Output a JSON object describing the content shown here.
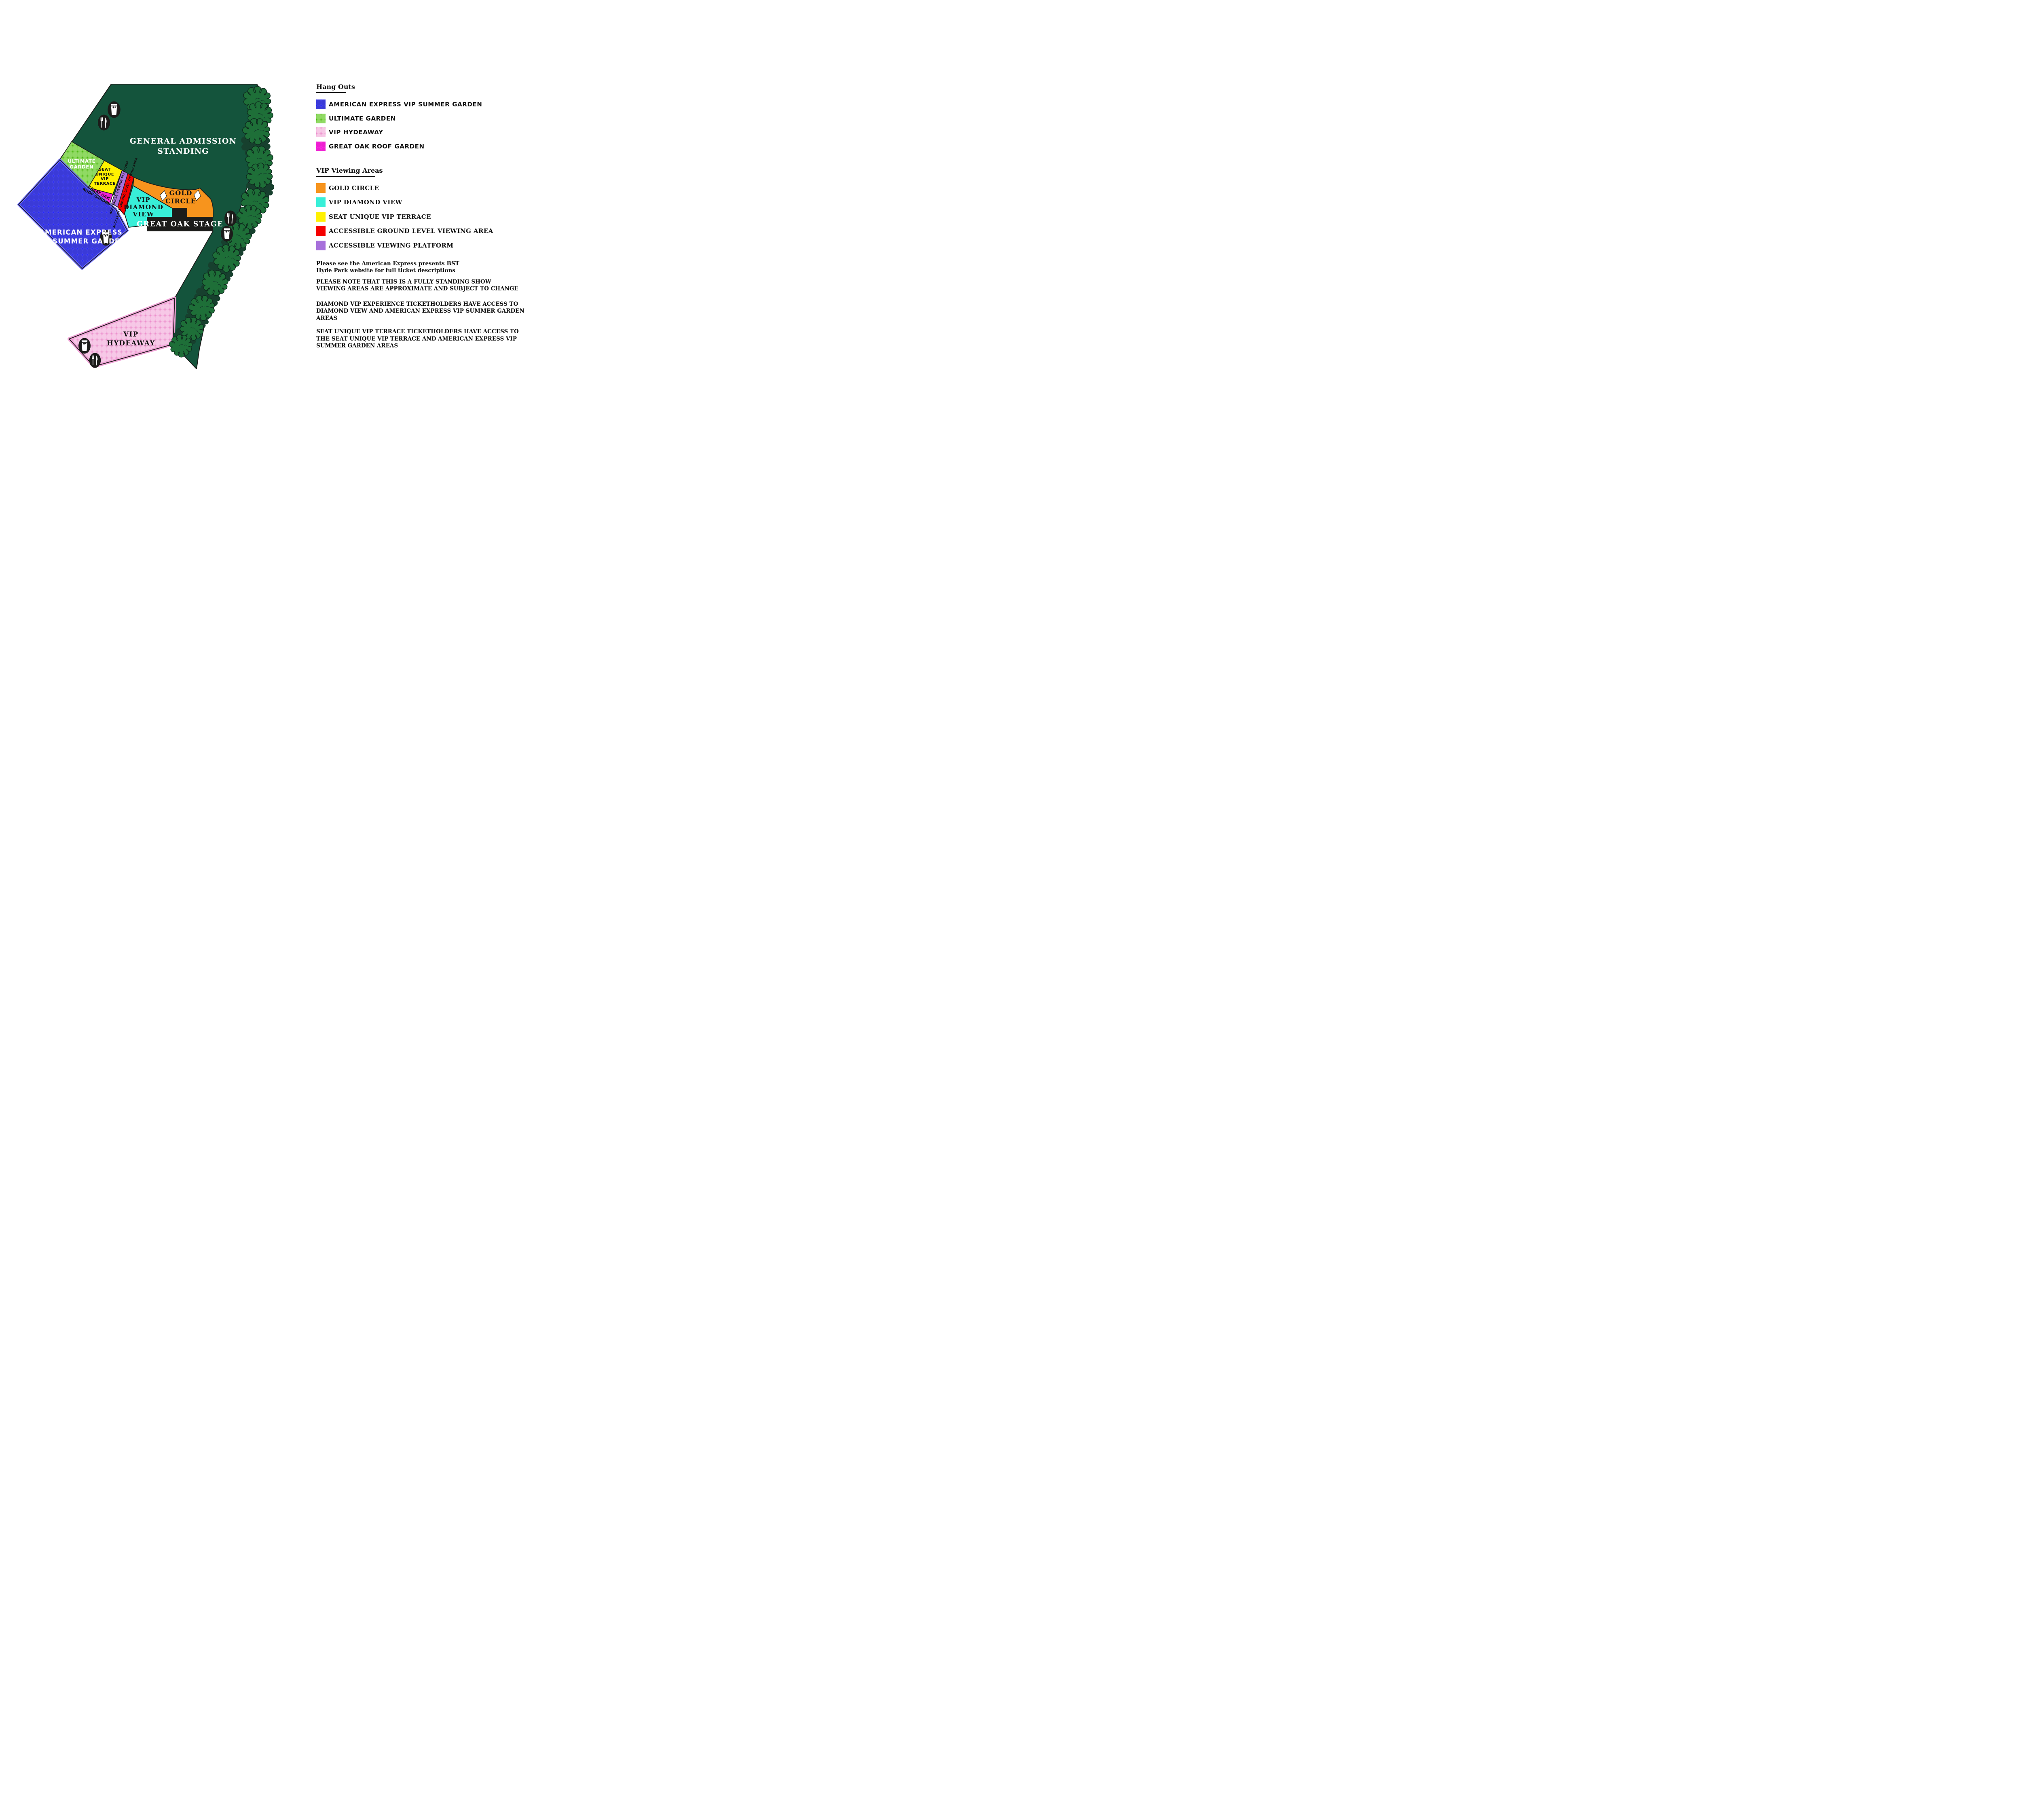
{
  "map": {
    "areas": {
      "general_admission": {
        "label": "GENERAL ADMISSION\nSTANDING",
        "color": "#14543C"
      },
      "ultimate_garden": {
        "label": "ULTIMATE\nGARDEN",
        "color": "#8FD75F"
      },
      "seat_unique_vip_terrace": {
        "label": "SEAT\nUNIQUE\nVIP\nTERRACE",
        "color": "#FFF100"
      },
      "great_oak_roof_garden": {
        "label": "GREAT OAK\nROOF GARDEN",
        "color": "#F233DB"
      },
      "accessible_viewing_platform": {
        "label": "ACCESSIBLE VIEWING PLATFORM",
        "color": "#A770DB"
      },
      "accessible_ground_level_viewing_area": {
        "label": "ACCESSIBLE GROUND LEVEL VIEWING AREA",
        "color": "#F50000"
      },
      "amex_vip_summer_garden": {
        "label": "AMERICAN EXPRESS\nVIP SUMMER GARDEN",
        "color": "#4444E2"
      },
      "vip_diamond_view": {
        "label": "VIP\nDIAMOND\nVIEW",
        "color": "#38EFD8"
      },
      "gold_circle": {
        "label": "GOLD\nCIRCLE",
        "color": "#F7941D"
      },
      "vip_hydeaway": {
        "label": "VIP\nHYDEAWAY",
        "color": "#F2B3DB"
      }
    },
    "stage": {
      "label": "GREAT OAK STAGE",
      "color": "#1C1C1A"
    },
    "icons": {
      "drink": "pint-glass",
      "food": "fork-and-knife"
    },
    "tree_colors": {
      "light": "#1E6F38",
      "dark": "#17402E"
    }
  },
  "legend": {
    "hang_outs": {
      "title": "Hang Outs",
      "items": [
        {
          "label": "AMERICAN EXPRESS VIP SUMMER GARDEN",
          "color": "#4444E2",
          "patterned": true
        },
        {
          "label": "ULTIMATE GARDEN",
          "color": "#8FD75F",
          "patterned": true
        },
        {
          "label": "VIP HYDEAWAY",
          "color": "#F2B3DB",
          "patterned": true
        },
        {
          "label": "GREAT OAK ROOF GARDEN",
          "color": "#F233DB",
          "patterned": true
        }
      ]
    },
    "vip_viewing_areas": {
      "title": "VIP Viewing Areas",
      "items": [
        {
          "label": "GOLD CIRCLE",
          "color": "#F7941D"
        },
        {
          "label": "VIP DIAMOND VIEW",
          "color": "#38EFD8"
        },
        {
          "label": "SEAT UNIQUE VIP TERRACE",
          "color": "#FFF100"
        },
        {
          "label": "ACCESSIBLE GROUND LEVEL VIEWING AREA",
          "color": "#F50000"
        },
        {
          "label": "ACCESSIBLE VIEWING PLATFORM",
          "color": "#A770DB"
        }
      ]
    }
  },
  "notes": {
    "p1": "Please see the American Express presents BST\nHyde Park website for full ticket descriptions",
    "p2": "PLEASE NOTE THAT THIS IS A FULLY STANDING SHOW\nVIEWING AREAS ARE APPROXIMATE AND SUBJECT TO CHANGE",
    "p3": "DIAMOND VIP EXPERIENCE TICKETHOLDERS HAVE ACCESS TO\nDIAMOND VIEW AND AMERICAN EXPRESS VIP SUMMER GARDEN\nAREAS",
    "p4": "SEAT UNIQUE VIP TERRACE TICKETHOLDERS HAVE ACCESS TO\nTHE SEAT UNIQUE VIP TERRACE AND AMERICAN EXPRESS VIP\nSUMMER GARDEN AREAS"
  }
}
